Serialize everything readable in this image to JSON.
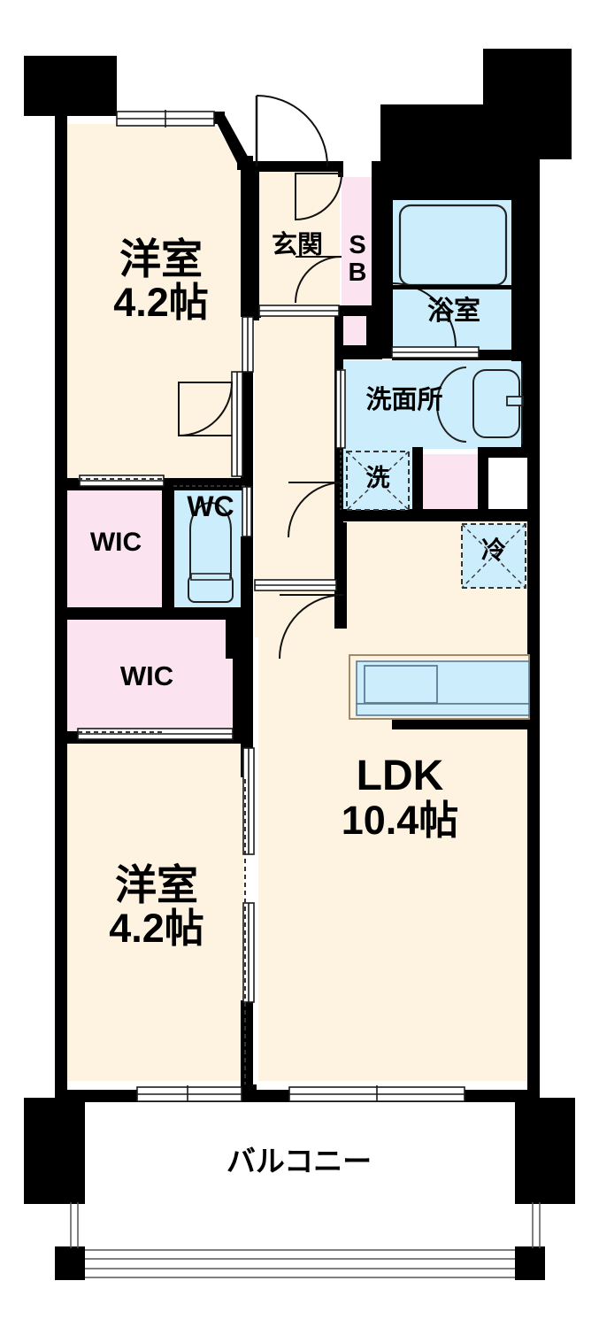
{
  "plan": {
    "type": "japanese-apartment-floorplan",
    "layout_code": "2LDK",
    "unit": "帖",
    "colors": {
      "room_floor": "#FDF3E0",
      "closet_pink": "#FBE4EF",
      "water_blue": "#CCEDFB",
      "wall_black": "#000000",
      "background": "#FFFFFF",
      "text": "#000000",
      "text_halo": "#FFFDF7"
    },
    "rooms": [
      {
        "id": "bedroom-north",
        "name": "洋室",
        "size": "4.2帖",
        "floor": "room_floor"
      },
      {
        "id": "bedroom-south",
        "name": "洋室",
        "size": "4.2帖",
        "floor": "room_floor"
      },
      {
        "id": "ldk",
        "name": "LDK",
        "size": "10.4帖",
        "floor": "room_floor"
      },
      {
        "id": "entrance",
        "name": "玄関",
        "size": "",
        "floor": "room_floor"
      },
      {
        "id": "shoe-box",
        "name": "SB",
        "size": "",
        "floor": "closet_pink"
      },
      {
        "id": "bathroom",
        "name": "浴室",
        "size": "",
        "floor": "water_blue"
      },
      {
        "id": "washroom",
        "name": "洗面所",
        "size": "",
        "floor": "water_blue"
      },
      {
        "id": "toilet",
        "name": "WC",
        "size": "",
        "floor": "water_blue"
      },
      {
        "id": "wic-upper",
        "name": "WIC",
        "size": "",
        "floor": "closet_pink"
      },
      {
        "id": "wic-lower",
        "name": "WIC",
        "size": "",
        "floor": "closet_pink"
      },
      {
        "id": "washer-space",
        "name": "洗",
        "size": "",
        "floor": "water_blue"
      },
      {
        "id": "fridge-space",
        "name": "冷",
        "size": "",
        "floor": "water_blue"
      },
      {
        "id": "balcony",
        "name": "バルコニー",
        "size": "",
        "floor": "background"
      }
    ],
    "labels": {
      "bedroom_north_name": "洋室",
      "bedroom_north_size": "4.2帖",
      "bedroom_south_name": "洋室",
      "bedroom_south_size": "4.2帖",
      "ldk_name": "LDK",
      "ldk_size": "10.4帖",
      "entrance": "玄関",
      "shoe_box_line1": "S",
      "shoe_box_line2": "B",
      "bathroom": "浴室",
      "washroom": "洗面所",
      "toilet": "WC",
      "wic_upper": "WIC",
      "wic_lower": "WIC",
      "washer": "洗",
      "fridge": "冷",
      "balcony": "バルコニー"
    },
    "fixtures": [
      {
        "id": "bathtub",
        "label": "",
        "room": "bathroom"
      },
      {
        "id": "vanity-sink",
        "label": "",
        "room": "washroom"
      },
      {
        "id": "toilet-bowl",
        "label": "",
        "room": "toilet"
      },
      {
        "id": "kitchen-counter",
        "label": "",
        "room": "ldk"
      },
      {
        "id": "kitchen-sink",
        "label": "",
        "room": "ldk"
      },
      {
        "id": "washer-slot",
        "label": "洗",
        "room": "washroom"
      },
      {
        "id": "fridge-slot",
        "label": "冷",
        "room": "ldk"
      }
    ]
  }
}
